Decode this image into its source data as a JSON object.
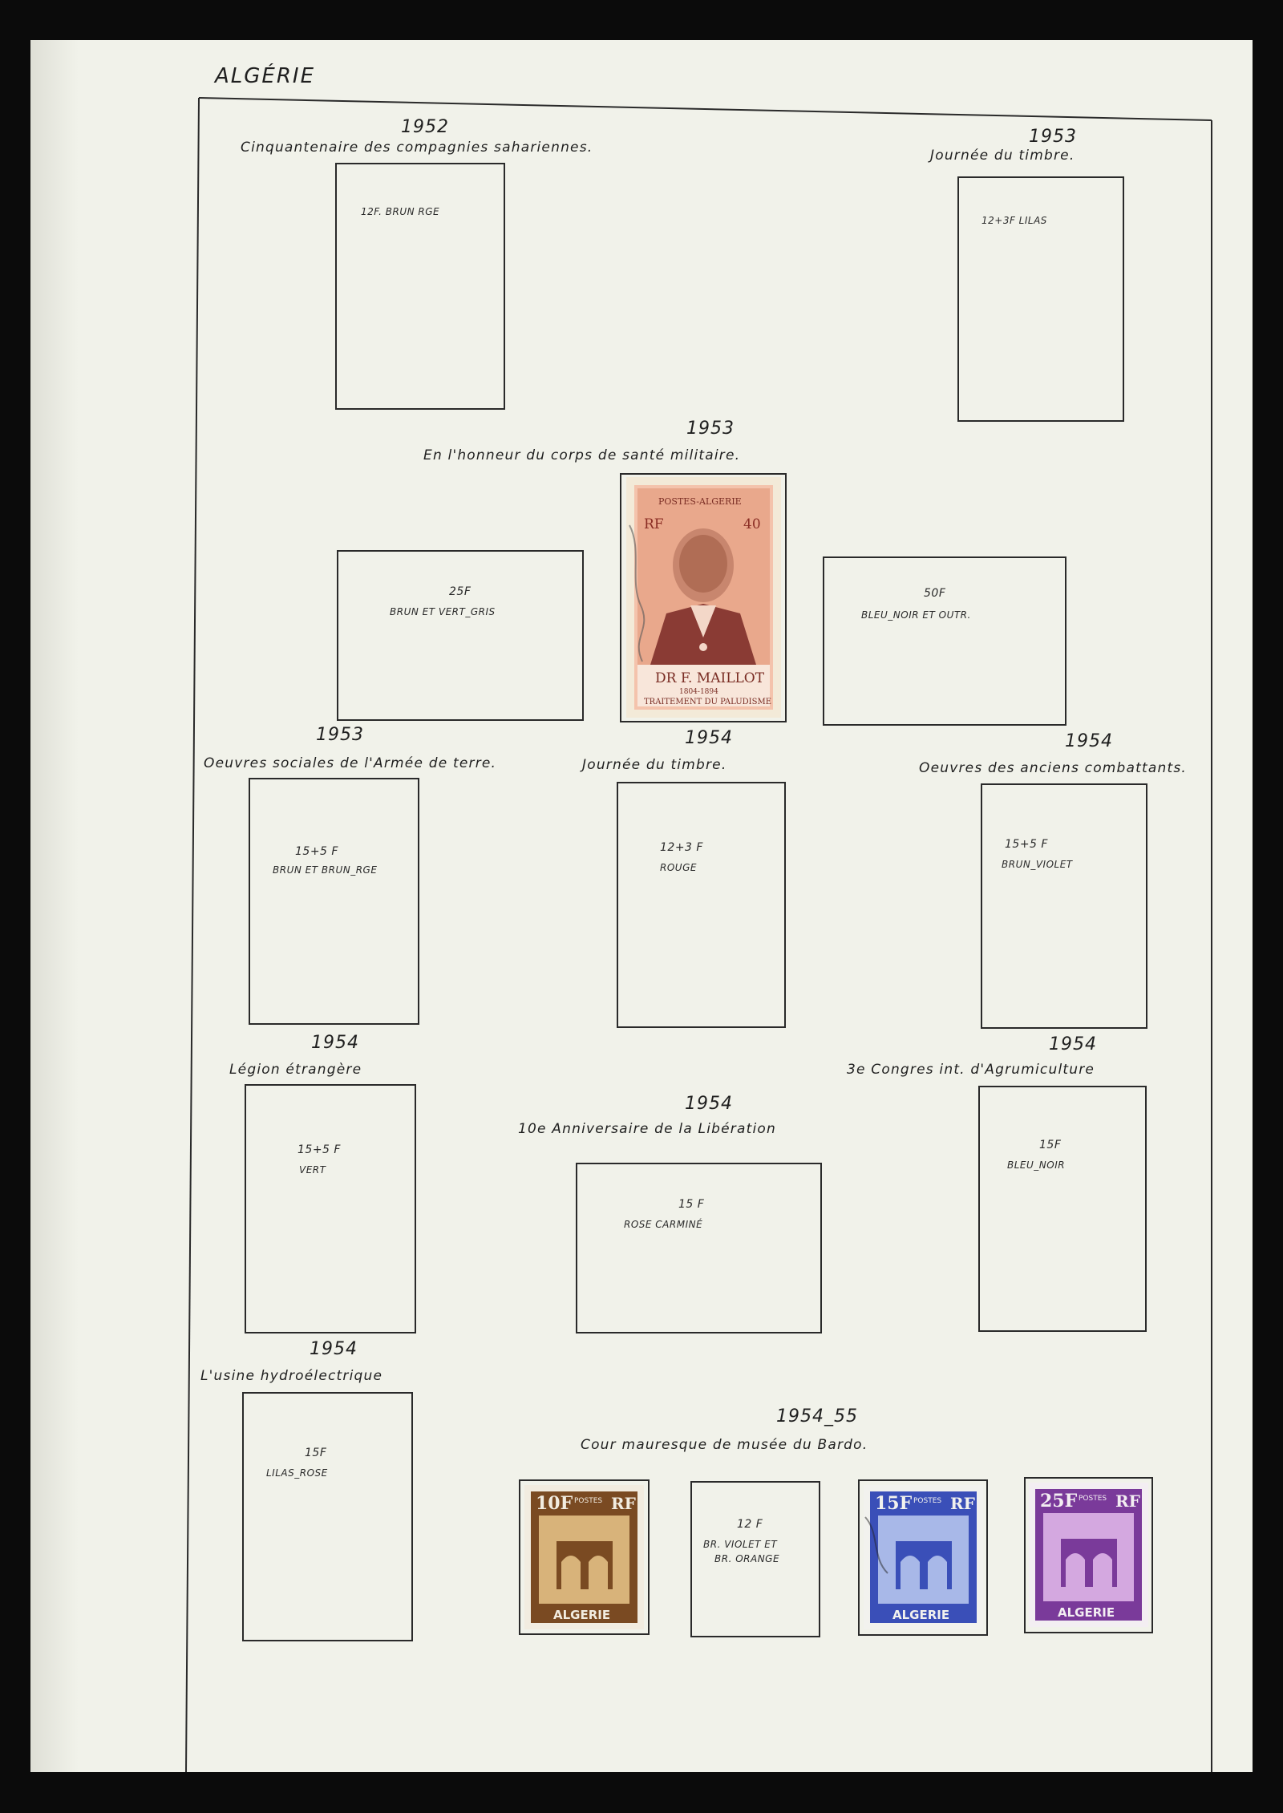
{
  "page": {
    "heading": "ALGÉRIE"
  },
  "sections": {
    "s1952": {
      "year": "1952",
      "title": "Cinquantenaire des compagnies sahariennes.",
      "box": {
        "value": "12F. BRUN RGE"
      }
    },
    "s1953a": {
      "year": "1953",
      "title": "Journée du timbre.",
      "box": {
        "value": "12+3F LILAS"
      }
    },
    "s1953b": {
      "year": "1953",
      "title": "En l'honneur du corps de santé militaire.",
      "box_left": {
        "value": "25F",
        "color": "BRUN ET VERT_GRIS"
      },
      "box_right": {
        "value": "50F",
        "color": "BLEU_NOIR ET OUTR."
      },
      "stamp": {
        "country": "POSTES-ALGERIE",
        "rf": "RF",
        "denom": "40",
        "name": "DR F. MAILLOT",
        "dates": "1804-1894",
        "subtitle": "TRAITEMENT DU PALUDISME"
      }
    },
    "s1953c": {
      "year": "1953",
      "title": "Oeuvres sociales de l'Armée de terre.",
      "box": {
        "value": "15+5 F",
        "color": "BRUN ET BRUN_RGE"
      }
    },
    "s1954a": {
      "year": "1954",
      "title": "Journée du timbre.",
      "box": {
        "value": "12+3 F",
        "color": "ROUGE"
      }
    },
    "s1954b": {
      "year": "1954",
      "title": "Oeuvres des anciens combattants.",
      "box": {
        "value": "15+5 F",
        "color": "BRUN_VIOLET"
      }
    },
    "s1954c": {
      "year": "1954",
      "title": "Légion étrangère",
      "box": {
        "value": "15+5 F",
        "color": "VERT"
      }
    },
    "s1954d": {
      "year": "1954",
      "title": "10e Anniversaire de la Libération",
      "box": {
        "value": "15 F",
        "color": "ROSE CARMINÉ"
      }
    },
    "s1954e": {
      "year": "1954",
      "title": "3e Congres int. d'Agrumiculture",
      "box": {
        "value": "15F",
        "color": "BLEU_NOIR"
      }
    },
    "s1954f": {
      "year": "1954",
      "title": "L'usine hydroélectrique",
      "box": {
        "value": "15F",
        "color": "LILAS_ROSE"
      }
    },
    "s1954g": {
      "year": "1954_55",
      "title": "Cour mauresque de musée du Bardo.",
      "box": {
        "value": "12 F",
        "color1": "BR. VIOLET ET",
        "color2": "BR. ORANGE"
      },
      "stamps": [
        {
          "denom": "10F",
          "rf": "RF",
          "label": "ALGERIE",
          "postes": "POSTES",
          "color": "#7a4a22"
        },
        {
          "denom": "15F",
          "rf": "RF",
          "label": "ALGERIE",
          "postes": "POSTES",
          "color": "#3a4fb8"
        },
        {
          "denom": "25F",
          "rf": "RF",
          "label": "ALGERIE",
          "postes": "POSTES",
          "color": "#7a3a9a"
        }
      ]
    }
  }
}
